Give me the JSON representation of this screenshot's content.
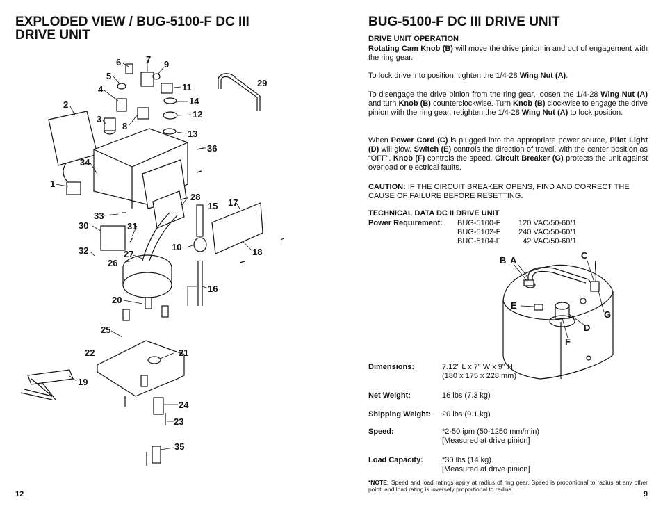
{
  "left_page": {
    "title": "EXPLODED VIEW / BUG-5100-F DC III DRIVE UNIT",
    "page_number": "12",
    "callouts": [
      "1",
      "2",
      "3",
      "4",
      "5",
      "6",
      "7",
      "8",
      "9",
      "10",
      "11",
      "12",
      "13",
      "14",
      "15",
      "16",
      "17",
      "18",
      "19",
      "20",
      "21",
      "22",
      "23",
      "24",
      "25",
      "26",
      "27",
      "28",
      "29",
      "30",
      "31",
      "32",
      "33",
      "34",
      "35",
      "36"
    ]
  },
  "right_page": {
    "title": "BUG-5100-F DC III DRIVE UNIT",
    "page_number": "9",
    "operation": {
      "heading": "DRIVE UNIT OPERATION",
      "p1": {
        "b1": "Rotating Cam Knob (B)",
        "t1": " will move the drive pinion in and out of engagement with the ring gear."
      },
      "p2": {
        "t1": "To lock drive into position, tighten the 1/4-28 ",
        "b1": "Wing Nut (A)",
        "t2": "."
      },
      "p3": {
        "t1": "To disengage the drive pinion from the ring gear, loosen the 1/4-28 ",
        "b1": "Wing Nut (A)",
        "t2": " and turn ",
        "b2": "Knob (B)",
        "t3": " counterclockwise. Turn ",
        "b3": "Knob (B)",
        "t4": " clockwise to engage the drive pinion with the ring gear, retighten the 1/4-28 ",
        "b4": "Wing Nut (A)",
        "t5": " to lock position."
      },
      "p4": {
        "t1": "When ",
        "b1": "Power Cord (C)",
        "t2": " is plugged into the appropriate power source, ",
        "b2": "Pilot Light (D)",
        "t3": " will glow. ",
        "b3": "Switch (E)",
        "t4": " controls the direction of travel, with the center position as “OFF”. ",
        "b4": "Knob (F)",
        "t5": " controls the speed. ",
        "b5": "Circuit Breaker (G)",
        "t6": " protects the unit against overload or electrical faults."
      },
      "caution": {
        "label": "CAUTION:",
        "text": " IF THE CIRCUIT BREAKER OPENS, FIND AND CORRECT THE CAUSE OF FAILURE BEFORE RESETTING."
      }
    },
    "technical": {
      "heading": "TECHNICAL DATA DC II DRIVE UNIT",
      "power_label": "Power Requirement:",
      "power": [
        {
          "model": "BUG-5100-F",
          "value": "120 VAC/50-60/1"
        },
        {
          "model": "BUG-5102-F",
          "value": "240 VAC/50-60/1"
        },
        {
          "model": "BUG-5104-F",
          "value": "  42 VAC/50-60/1"
        }
      ]
    },
    "figure_labels": {
      "b": "B",
      "a": "A",
      "c": "C",
      "e": "E",
      "g": "G",
      "d": "D",
      "f": "F"
    },
    "specs": [
      {
        "label": "Dimensions:",
        "line1": "7.12\" L x 7\" W x 9\" H",
        "line2": "(180 x 175 x 228 mm)"
      },
      {
        "label": "Net Weight:",
        "line1": "16 lbs (7.3 kg)",
        "line2": ""
      },
      {
        "label": "Shipping Weight:",
        "line1": "20 lbs (9.1 kg)",
        "line2": ""
      },
      {
        "label": "Speed:",
        "line1": "*2-50 ipm (50-1250 mm/min)",
        "line2": "[Measured at drive pinion]"
      },
      {
        "label": "Load Capacity:",
        "line1": "*30 lbs (14 kg)",
        "line2": "[Measured at drive pinion]"
      }
    ],
    "note": {
      "label": "*NOTE:",
      "text": " Speed and load ratings apply at radius of ring gear. Speed is proportional to radius at any other point, and load rating is inversely proportional to radius."
    }
  }
}
